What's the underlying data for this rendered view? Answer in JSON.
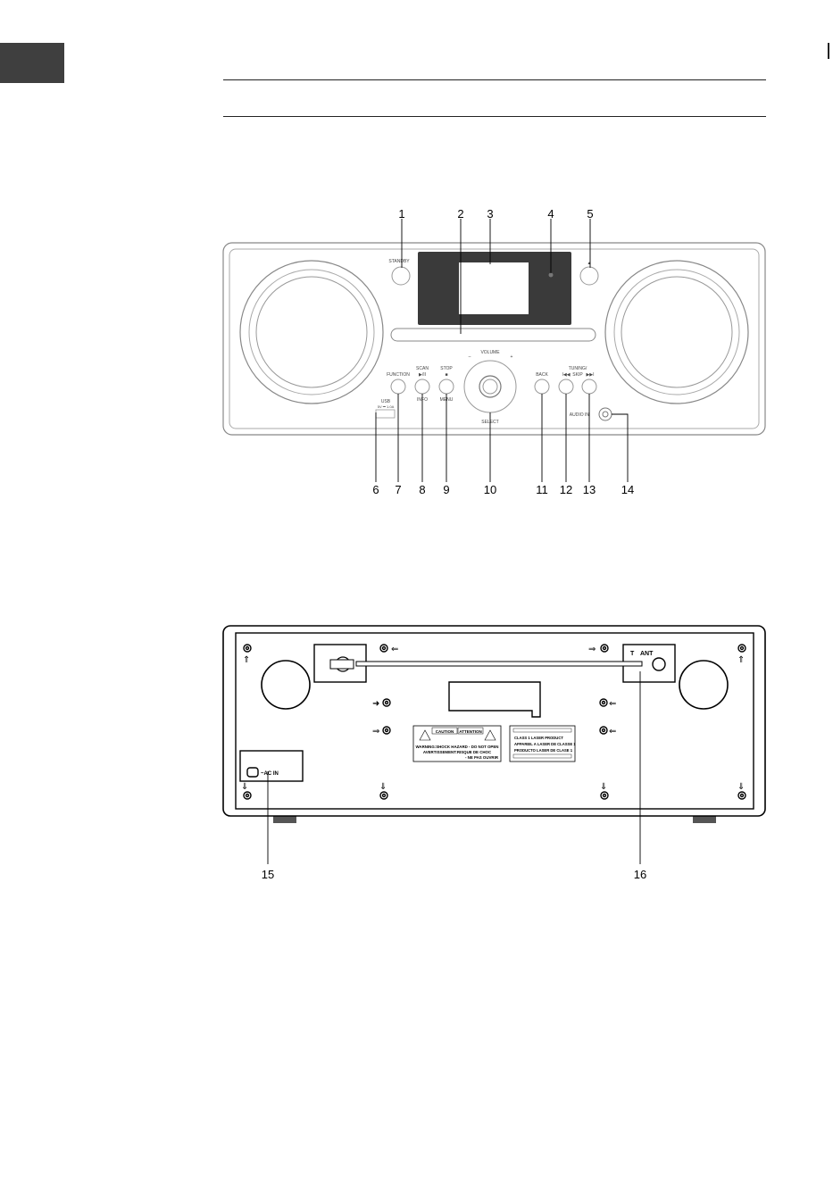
{
  "front_panel": {
    "callouts": [
      "1",
      "2",
      "3",
      "4",
      "5",
      "6",
      "7",
      "8",
      "9",
      "10",
      "11",
      "12",
      "13",
      "14"
    ],
    "button_labels": {
      "standby": "STANDBY",
      "function": "FUNCTION",
      "scan": "SCAN",
      "scan_symbol": "▶/II",
      "info": "INFO",
      "stop": "STOP",
      "stop_symbol": "■",
      "menu": "MENU",
      "volume": "VOLUME",
      "volume_minus": "–",
      "volume_plus": "+",
      "select": "SELECT",
      "back": "BACK",
      "tuning": "TUNING/",
      "skip": "SKIP",
      "prev_symbol": "I◀◀",
      "next_symbol": "▶▶I",
      "audio_in": "AUDIO IN",
      "usb": "USB",
      "usb_rating": "5V ⎓ 1.0A",
      "eject_symbol": "▲"
    }
  },
  "rear_panel": {
    "callouts": [
      "15",
      "16"
    ],
    "ant_label": "ANT",
    "ac_in_label": "~AC IN",
    "warning": {
      "caution": "CAUTION",
      "attention": "ATTENTION",
      "line1": "WARNING:SHOCK HAZARD - DO NOT OPEN",
      "line2": "AVERTISSEMENT:RISQUE DE CHOC",
      "line3": "- NE PAS OUVRIR"
    },
    "laser": {
      "line1": "CLASS 1 LASER PRODUCT",
      "line2": "APPAREIL A LASER DE CLASSE 1",
      "line3": "PRODUCTO LASER DE CLASE 1"
    }
  }
}
